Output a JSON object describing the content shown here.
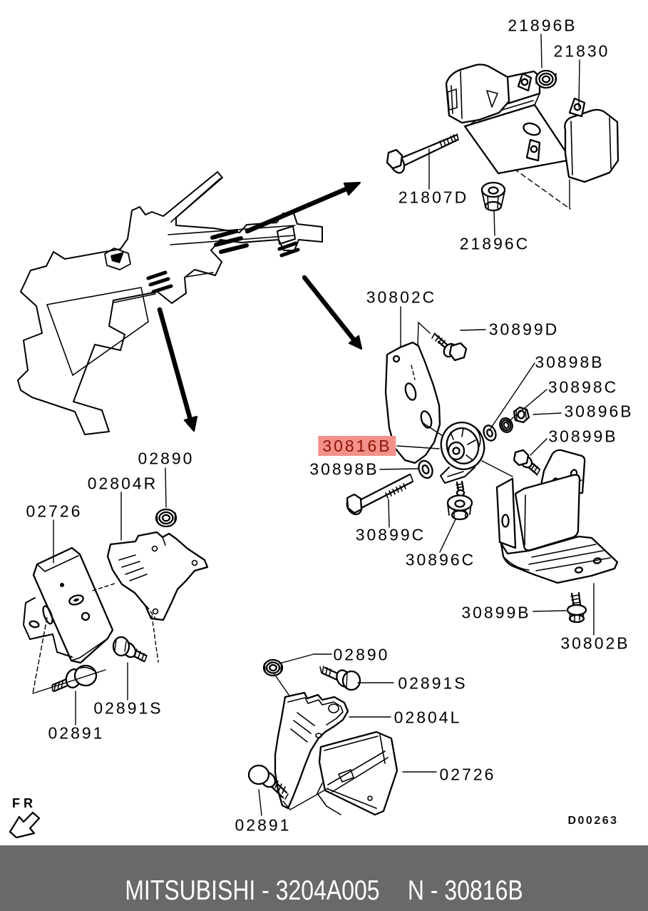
{
  "diagram": {
    "type": "parts-exploded-diagram",
    "drawing_code": "D00263",
    "orientation_label": "FR",
    "highlighted_part": "30816B",
    "line_color": "#000000",
    "background": "#ffffff",
    "highlight": {
      "background": "#f4908a",
      "text_color": "#8c1408"
    }
  },
  "callouts": [
    {
      "text": "21896B",
      "highlighted": false
    },
    {
      "text": "21830",
      "highlighted": false
    },
    {
      "text": "21807D",
      "highlighted": false
    },
    {
      "text": "21896C",
      "highlighted": false
    },
    {
      "text": "30802C",
      "highlighted": false
    },
    {
      "text": "30899D",
      "highlighted": false
    },
    {
      "text": "30898B",
      "highlighted": false
    },
    {
      "text": "30898C",
      "highlighted": false
    },
    {
      "text": "30896B",
      "highlighted": false
    },
    {
      "text": "30899B",
      "highlighted": false
    },
    {
      "text": "30816B",
      "highlighted": true
    },
    {
      "text": "30898B",
      "highlighted": false
    },
    {
      "text": "30899C",
      "highlighted": false
    },
    {
      "text": "30896C",
      "highlighted": false
    },
    {
      "text": "30899B",
      "highlighted": false
    },
    {
      "text": "30802B",
      "highlighted": false
    },
    {
      "text": "02890",
      "highlighted": false
    },
    {
      "text": "02804R",
      "highlighted": false
    },
    {
      "text": "02726",
      "highlighted": false
    },
    {
      "text": "02891S",
      "highlighted": false
    },
    {
      "text": "02891",
      "highlighted": false
    },
    {
      "text": "02890",
      "highlighted": false
    },
    {
      "text": "02891S",
      "highlighted": false
    },
    {
      "text": "02804L",
      "highlighted": false
    },
    {
      "text": "02726",
      "highlighted": false
    },
    {
      "text": "02891",
      "highlighted": false
    }
  ],
  "footer": {
    "left_text": "MITSUBISHI - 3204A005",
    "right_text": "N - 30816B",
    "background": "#696969",
    "text_color": "#ffffff"
  }
}
